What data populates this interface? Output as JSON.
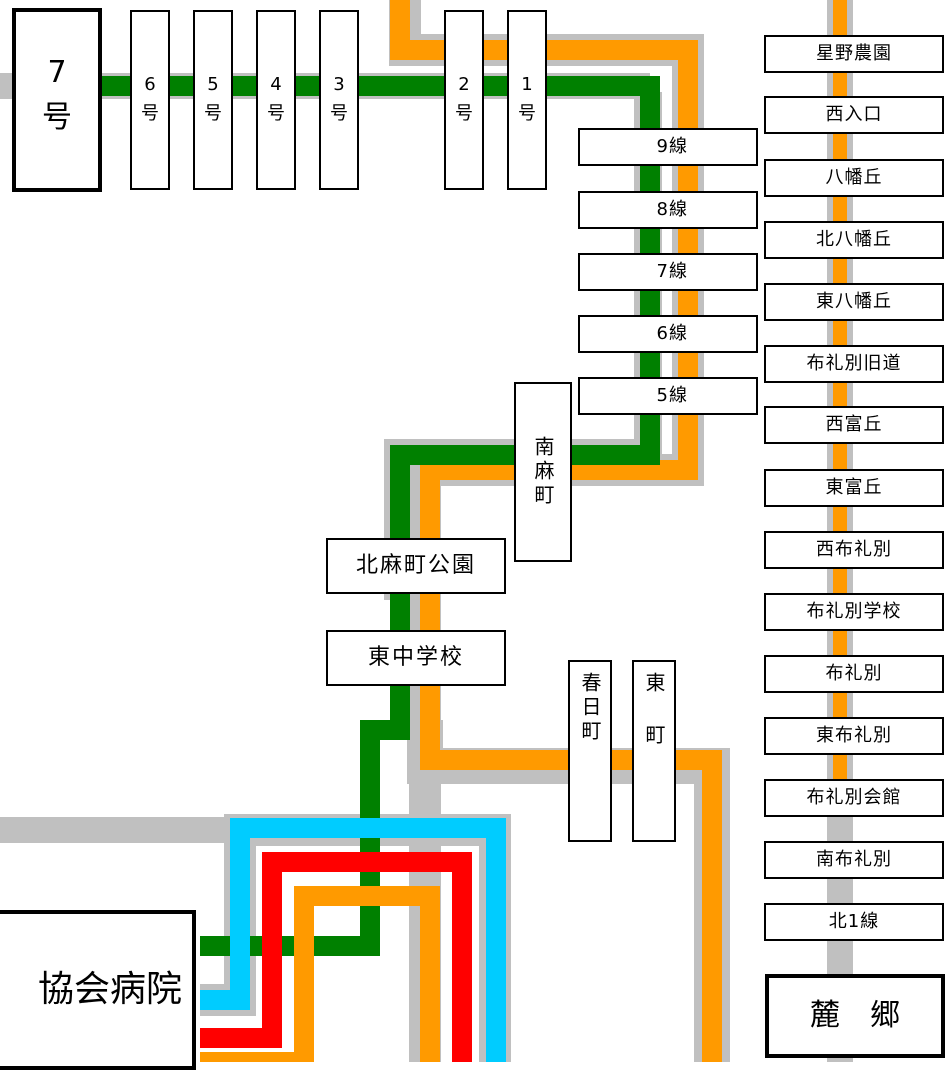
{
  "colors": {
    "green": "#008000",
    "orange": "#ff9a00",
    "red": "#ff0000",
    "cyan": "#00ccff",
    "gray": "#c0c0c0"
  },
  "top_stops": {
    "s7": {
      "num": "7",
      "suffix": "号"
    },
    "s6": {
      "num": "6",
      "suffix": "号"
    },
    "s5": {
      "num": "5",
      "suffix": "号"
    },
    "s4": {
      "num": "4",
      "suffix": "号"
    },
    "s3": {
      "num": "3",
      "suffix": "号"
    },
    "s2": {
      "num": "2",
      "suffix": "号"
    },
    "s1": {
      "num": "1",
      "suffix": "号"
    }
  },
  "sen_stops": [
    "9線",
    "8線",
    "7線",
    "6線",
    "5線"
  ],
  "middle_stops": {
    "minami_asamachi": "南麻町",
    "kita_asamachi_park": "北麻町公園",
    "higashi_chugakko": "東中学校",
    "kasugacho": "春日町",
    "higashicho": "東町"
  },
  "right_stops": [
    "星野農園",
    "西入口",
    "八幡丘",
    "北八幡丘",
    "東八幡丘",
    "布礼別旧道",
    "西富丘",
    "東富丘",
    "西布礼別",
    "布礼別学校",
    "布礼別",
    "東布礼別",
    "布礼別会館",
    "南布礼別",
    "北1線"
  ],
  "terminals": {
    "fumoto": "麓　郷",
    "hospital": "協会病院"
  }
}
